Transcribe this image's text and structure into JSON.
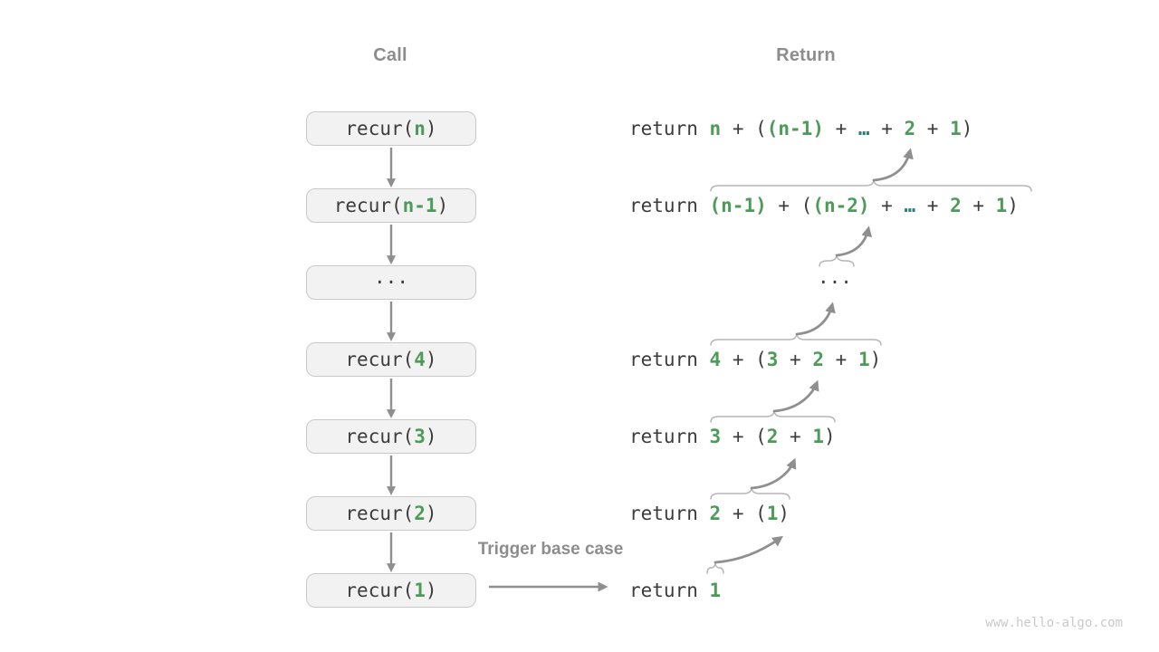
{
  "titles": {
    "call": "Call",
    "return": "Return"
  },
  "trigger_label": "Trigger base case",
  "watermark": "www.hello-algo.com",
  "colors": {
    "dark": "#3c3c3c",
    "green": "#4d9b59",
    "teal": "#2e7d7d",
    "heading": "#8d8d8d",
    "arrow": "#8f8f8f",
    "box_bg": "#f2f2f2",
    "box_border": "#c9c9c9",
    "brace": "#b5b5b5",
    "watermark": "#c9c9c9"
  },
  "call_boxes": [
    {
      "parts": [
        {
          "t": "recur(",
          "c": "dark"
        },
        {
          "t": "n",
          "c": "green"
        },
        {
          "t": ")",
          "c": "dark"
        }
      ]
    },
    {
      "parts": [
        {
          "t": "recur(",
          "c": "dark"
        },
        {
          "t": "n-1",
          "c": "green"
        },
        {
          "t": ")",
          "c": "dark"
        }
      ]
    },
    {
      "type": "ellipsis",
      "parts": [
        {
          "t": "···",
          "c": "dark"
        }
      ]
    },
    {
      "parts": [
        {
          "t": "recur(",
          "c": "dark"
        },
        {
          "t": "4",
          "c": "green"
        },
        {
          "t": ")",
          "c": "dark"
        }
      ]
    },
    {
      "parts": [
        {
          "t": "recur(",
          "c": "dark"
        },
        {
          "t": "3",
          "c": "green"
        },
        {
          "t": ")",
          "c": "dark"
        }
      ]
    },
    {
      "parts": [
        {
          "t": "recur(",
          "c": "dark"
        },
        {
          "t": "2",
          "c": "green"
        },
        {
          "t": ")",
          "c": "dark"
        }
      ]
    },
    {
      "parts": [
        {
          "t": "recur(",
          "c": "dark"
        },
        {
          "t": "1",
          "c": "green"
        },
        {
          "t": ")",
          "c": "dark"
        }
      ]
    }
  ],
  "return_rows": [
    {
      "parts": [
        {
          "t": "return ",
          "c": "dark"
        },
        {
          "t": "n",
          "c": "green"
        },
        {
          "t": " + (",
          "c": "dark"
        },
        {
          "t": "(n-1)",
          "c": "green"
        },
        {
          "t": " + ",
          "c": "dark"
        },
        {
          "t": "…",
          "c": "teal"
        },
        {
          "t": " + ",
          "c": "dark"
        },
        {
          "t": "2",
          "c": "green"
        },
        {
          "t": " + ",
          "c": "dark"
        },
        {
          "t": "1",
          "c": "green"
        },
        {
          "t": ")",
          "c": "dark"
        }
      ]
    },
    {
      "parts": [
        {
          "t": "return ",
          "c": "dark"
        },
        {
          "t": "(n-1)",
          "c": "green"
        },
        {
          "t": " + (",
          "c": "dark"
        },
        {
          "t": "(n-2)",
          "c": "green"
        },
        {
          "t": " + ",
          "c": "dark"
        },
        {
          "t": "…",
          "c": "teal"
        },
        {
          "t": " + ",
          "c": "dark"
        },
        {
          "t": "2",
          "c": "green"
        },
        {
          "t": " + ",
          "c": "dark"
        },
        {
          "t": "1",
          "c": "green"
        },
        {
          "t": ")",
          "c": "dark"
        }
      ]
    },
    {
      "type": "ellipsis",
      "parts": [
        {
          "t": "···",
          "c": "dark"
        }
      ]
    },
    {
      "parts": [
        {
          "t": "return ",
          "c": "dark"
        },
        {
          "t": "4",
          "c": "green"
        },
        {
          "t": " + (",
          "c": "dark"
        },
        {
          "t": "3",
          "c": "green"
        },
        {
          "t": " + ",
          "c": "dark"
        },
        {
          "t": "2",
          "c": "green"
        },
        {
          "t": " + ",
          "c": "dark"
        },
        {
          "t": "1",
          "c": "green"
        },
        {
          "t": ")",
          "c": "dark"
        }
      ]
    },
    {
      "parts": [
        {
          "t": "return ",
          "c": "dark"
        },
        {
          "t": "3",
          "c": "green"
        },
        {
          "t": " + (",
          "c": "dark"
        },
        {
          "t": "2",
          "c": "green"
        },
        {
          "t": " + ",
          "c": "dark"
        },
        {
          "t": "1",
          "c": "green"
        },
        {
          "t": ")",
          "c": "dark"
        }
      ]
    },
    {
      "parts": [
        {
          "t": "return ",
          "c": "dark"
        },
        {
          "t": "2",
          "c": "green"
        },
        {
          "t": " + (",
          "c": "dark"
        },
        {
          "t": "1",
          "c": "green"
        },
        {
          "t": ")",
          "c": "dark"
        }
      ]
    },
    {
      "parts": [
        {
          "t": "return ",
          "c": "dark"
        },
        {
          "t": "1",
          "c": "green"
        }
      ]
    }
  ]
}
